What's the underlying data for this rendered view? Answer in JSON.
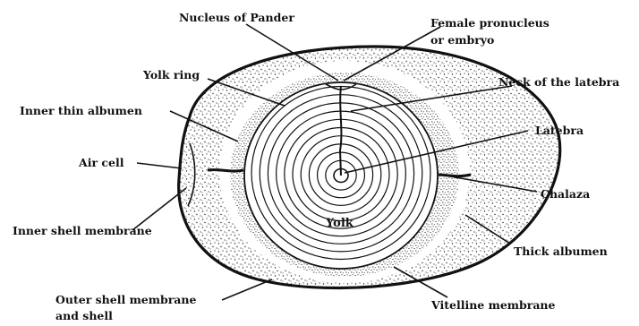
{
  "diagram": {
    "labels": {
      "nucleus_of_pander": "Nucleus of Pander",
      "female_pronucleus_1": "Female pronucleus",
      "female_pronucleus_2": "or embryo",
      "yolk_ring": "Yolk ring",
      "neck_of_latebra": "Neck of the latebra",
      "inner_thin_albumen": "Inner thin albumen",
      "latebra": "Latebra",
      "air_cell": "Air cell",
      "chalaza": "Chalaza",
      "yolk": "Yolk",
      "inner_shell_membrane": "Inner shell membrane",
      "thick_albumen": "Thick albumen",
      "outer_shell_1": "Outer shell membrane",
      "outer_shell_2": "and shell",
      "vitelline_membrane": "Vitelline membrane"
    }
  }
}
